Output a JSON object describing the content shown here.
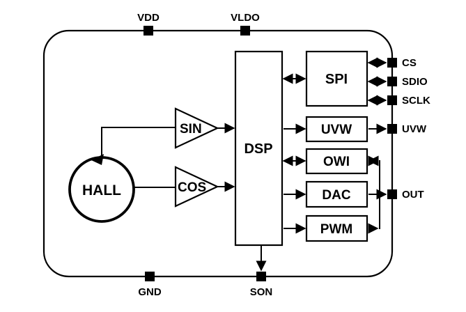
{
  "colors": {
    "ink": "#000000",
    "background": "#ffffff"
  },
  "labels": {
    "vdd": "VDD",
    "vldo": "VLDO",
    "gnd": "GND",
    "son": "SON",
    "cs": "CS",
    "sdio": "SDIO",
    "sclk": "SCLK",
    "uvw_pin": "UVW",
    "out": "OUT",
    "hall": "HALL",
    "sin": "SIN",
    "cos": "COS",
    "dsp": "DSP",
    "spi": "SPI",
    "uvw_block": "UVW",
    "owi": "OWI",
    "dac": "DAC",
    "pwm": "PWM"
  },
  "connections": [
    "HALL->SIN",
    "HALL->COS",
    "SIN->DSP",
    "COS->DSP",
    "DSP<->SPI",
    "SPI<->CS",
    "SPI<->SDIO",
    "SPI<->SCLK",
    "DSP->UVW",
    "UVW->UVW(pin)",
    "DSP<->OWI",
    "OWI<->OUT",
    "DSP->DAC",
    "DAC->OUT",
    "DSP->PWM",
    "PWM->OUT",
    "DSP->SON"
  ]
}
